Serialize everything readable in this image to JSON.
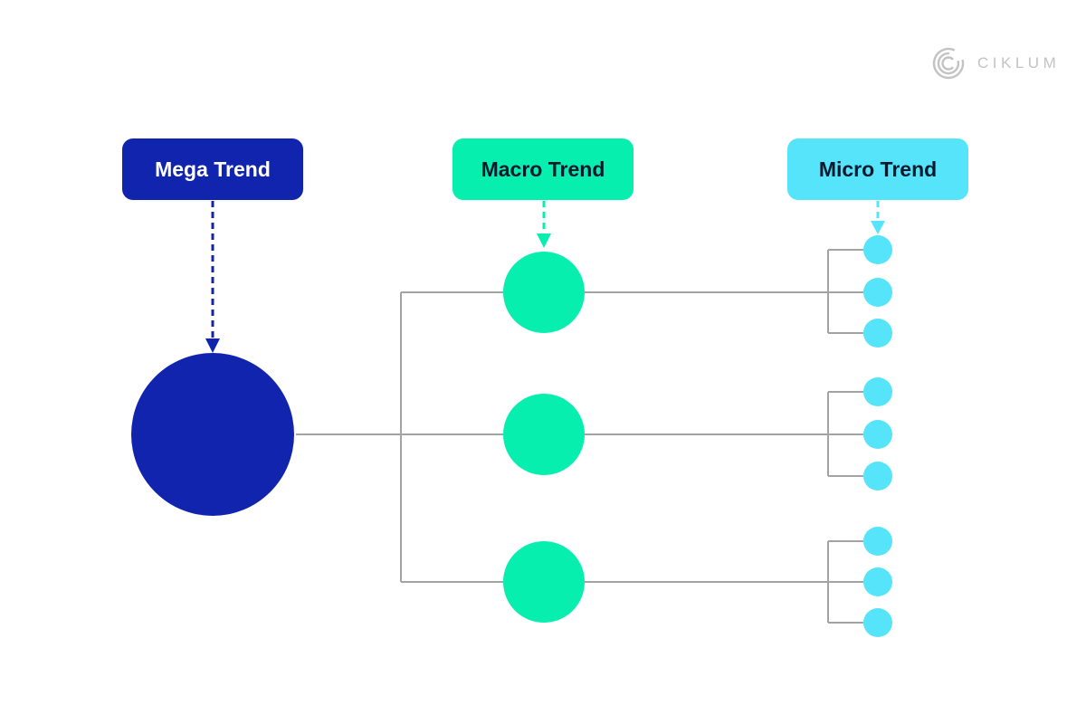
{
  "logo": {
    "text": "CIKLUM",
    "icon": "ciklum-concentric-c-icon"
  },
  "columns": [
    {
      "id": "mega",
      "label": "Mega Trend",
      "node_count": 1
    },
    {
      "id": "macro",
      "label": "Macro Trend",
      "node_count": 3
    },
    {
      "id": "micro",
      "label": "Micro Trend",
      "node_count": 9
    }
  ],
  "structure": {
    "description": "One mega trend node branches to three macro trend nodes; each macro trend node branches to three micro trend nodes",
    "micro_groups": 3,
    "micro_per_group": 3
  },
  "colors": {
    "mega_blue": "#1124ad",
    "macro_green": "#06efae",
    "micro_cyan": "#55e4f9",
    "connector_gray": "#a3a3a3",
    "logo_gray": "#c3c3c3",
    "box_text_dark": "#04192e",
    "box_text_light": "#ffffff",
    "canvas_bg": "#ffffff"
  }
}
